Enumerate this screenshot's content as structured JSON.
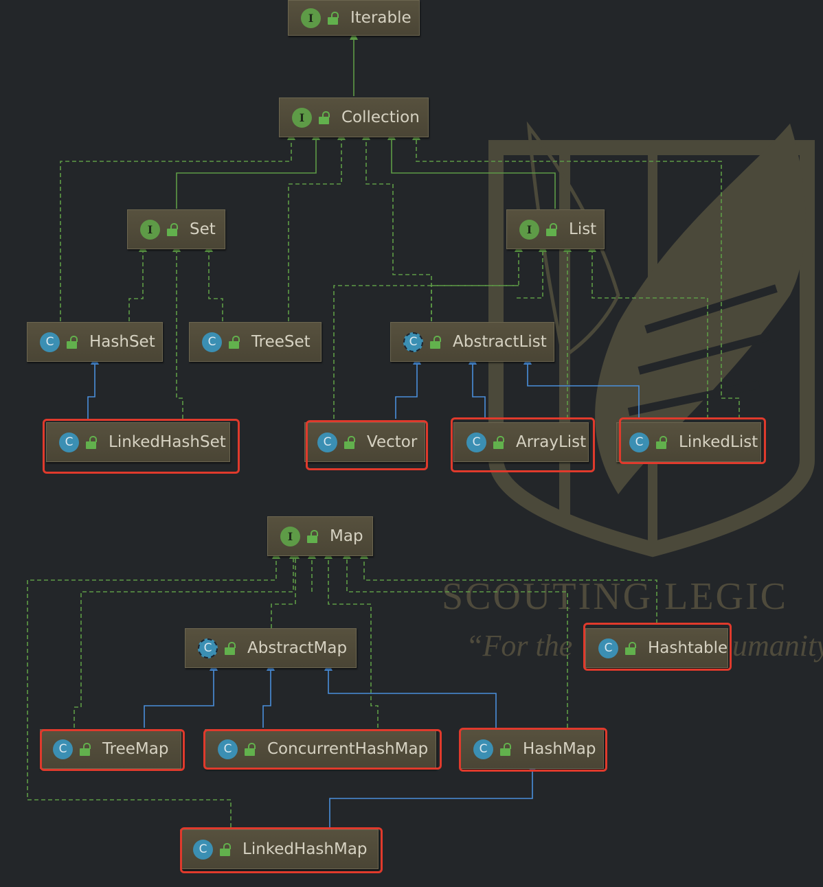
{
  "watermark": {
    "title": "SCOUTING LEGIC",
    "motto": "“For the",
    "motto_tail": "umanity"
  },
  "colors": {
    "background": "#232629",
    "node_fill": "#524c3b",
    "interface_badge": "#5e9b47",
    "class_badge": "#3b8fb3",
    "implements_line": "#5e9b47",
    "extends_line": "#4a8fdc",
    "highlight": "#e03a2c"
  },
  "badges": {
    "interface": "I",
    "class": "C"
  },
  "legend_icons": {
    "visibility": "unlocked-padlock-icon"
  },
  "nodes": {
    "iterable": {
      "kind": "interface",
      "label": "Iterable"
    },
    "collection": {
      "kind": "interface",
      "label": "Collection"
    },
    "set": {
      "kind": "interface",
      "label": "Set"
    },
    "list": {
      "kind": "interface",
      "label": "List"
    },
    "hashset": {
      "kind": "class",
      "label": "HashSet"
    },
    "treeset": {
      "kind": "class",
      "label": "TreeSet"
    },
    "abstractlist": {
      "kind": "abstract-class",
      "label": "AbstractList"
    },
    "linkedhashset": {
      "kind": "class",
      "label": "LinkedHashSet",
      "highlighted": true
    },
    "vector": {
      "kind": "class",
      "label": "Vector",
      "highlighted": true
    },
    "arraylist": {
      "kind": "class",
      "label": "ArrayList",
      "highlighted": true
    },
    "linkedlist": {
      "kind": "class",
      "label": "LinkedList",
      "highlighted": true
    },
    "map": {
      "kind": "interface",
      "label": "Map"
    },
    "abstractmap": {
      "kind": "abstract-class",
      "label": "AbstractMap"
    },
    "hashtable": {
      "kind": "class",
      "label": "Hashtable",
      "highlighted": true
    },
    "treemap": {
      "kind": "class",
      "label": "TreeMap",
      "highlighted": true
    },
    "concurrenthashmap": {
      "kind": "class",
      "label": "ConcurrentHashMap",
      "highlighted": true
    },
    "hashmap": {
      "kind": "class",
      "label": "HashMap",
      "highlighted": true
    },
    "linkedhashmap": {
      "kind": "class",
      "label": "LinkedHashMap",
      "highlighted": true
    }
  }
}
